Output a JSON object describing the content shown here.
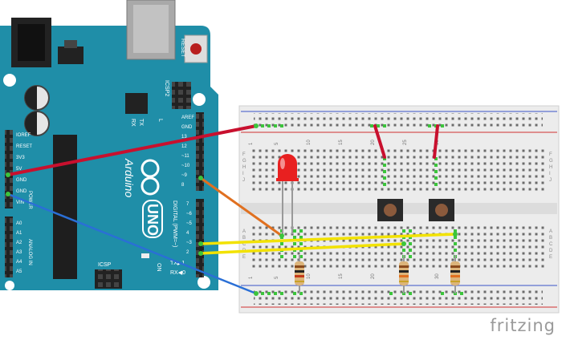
{
  "board": {
    "name": "Arduino",
    "model": "UNO",
    "reset_label": "RESET",
    "icsp2_label": "ICSP2",
    "icsp_label": "ICSP",
    "on_label": "ON",
    "tx_label": "TX",
    "rx_label": "RX",
    "l_label": "L",
    "digital_label": "DIGITAL (PWM=~)",
    "analog_label": "ANALOG IN",
    "power_label": "POWER",
    "tx_pin_label": "TX▶1",
    "rx_pin_label": "RX◀0",
    "power_pins": [
      "IOREF",
      "RESET",
      "3V3",
      "5V",
      "GND",
      "GND",
      "VIN"
    ],
    "analog_pins": [
      "A0",
      "A1",
      "A2",
      "A3",
      "A4",
      "A5"
    ],
    "top_header_pins": [
      "AREF",
      "GND",
      "13",
      "12",
      "~11",
      "~10",
      "~9",
      "8"
    ],
    "bottom_header_pins": [
      "7",
      "~6",
      "~5",
      "4",
      "~3",
      "2"
    ]
  },
  "breadboard": {
    "column_numbers": [
      "1",
      "5",
      "10",
      "15",
      "20",
      "25",
      "30"
    ],
    "row_letters": [
      "A",
      "B",
      "C",
      "D",
      "E",
      "F",
      "G",
      "H",
      "I",
      "J"
    ]
  },
  "components": {
    "led_color": "#e82020",
    "button_cap_color": "#8b5a3c"
  },
  "wire_colors": {
    "power": "#c8102e",
    "ground": "#2a6fd6",
    "led": "#e07020",
    "button": "#f2e200"
  },
  "brand": "fritzing"
}
